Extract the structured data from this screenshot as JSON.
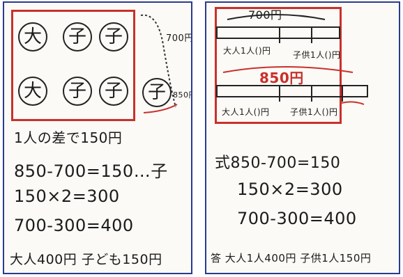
{
  "left": {
    "circles_row1": [
      "大",
      "子",
      "子"
    ],
    "circles_row2": [
      "大",
      "子",
      "子"
    ],
    "extra_circle": "子",
    "side_price": "700円",
    "side_price_bottom": "850円",
    "lines": [
      "1人の差で150円",
      "850-700=150…子",
      "150×2=300",
      "700-300=400",
      "大人400円 子ども150円"
    ]
  },
  "right": {
    "top_total": "700円",
    "top_labels": [
      "大人1人()円",
      "子供1人()円"
    ],
    "mid_total": "850円",
    "bottom_labels": [
      "大人1人()円",
      "子供1人()円"
    ],
    "lines": [
      "式850-700=150",
      "150×2=300",
      "700-300=400",
      "答 大人1人400円 子供1人150円"
    ]
  }
}
